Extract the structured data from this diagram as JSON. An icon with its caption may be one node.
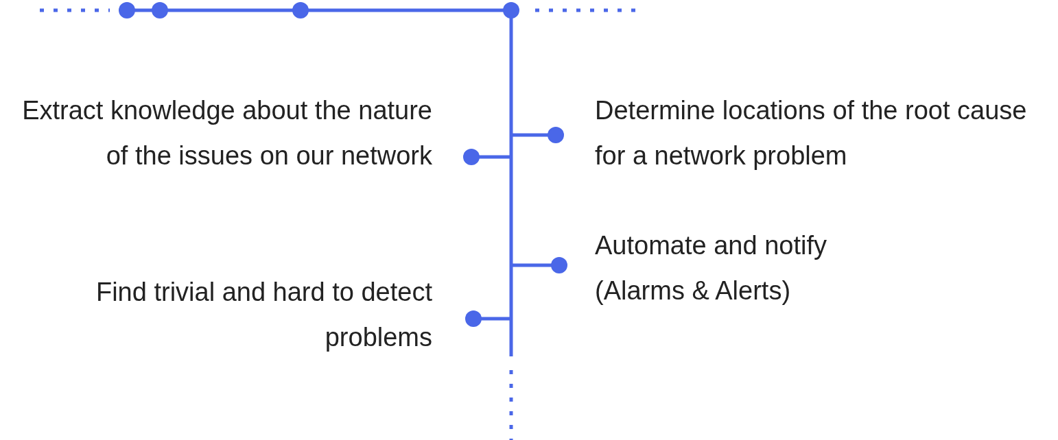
{
  "diagram": {
    "labels": [
      "Extract knowledge about the nature of the issues on our network",
      "Determine locations of the root cause for a network problem",
      "Automate and notify (Alarms & Alerts)",
      "Find trivial and hard to detect problems"
    ]
  }
}
